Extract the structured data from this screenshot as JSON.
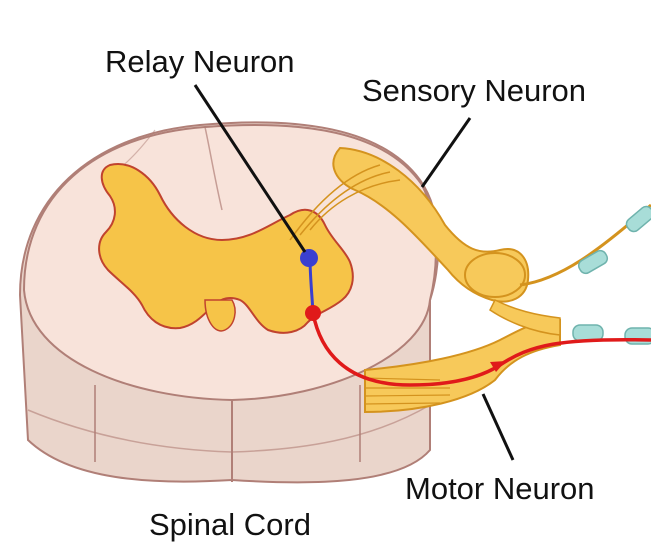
{
  "labels": {
    "relay": "Relay Neuron",
    "sensory": "Sensory Neuron",
    "motor": "Motor Neuron",
    "spinal_cord": "Spinal Cord"
  },
  "colors": {
    "cord_top": "#f8e3da",
    "cord_side": "#ead5cb",
    "cord_outline": "#b07f77",
    "grey_matter": "#f6c448",
    "grey_matter_outline": "#c0432e",
    "nerve_fill": "#f7c95a",
    "nerve_outline": "#d4931e",
    "myelin": "#a8ddd8",
    "relay_neuron": "#3a3fcf",
    "motor_neuron": "#e01a1a",
    "pointer": "#111111"
  }
}
